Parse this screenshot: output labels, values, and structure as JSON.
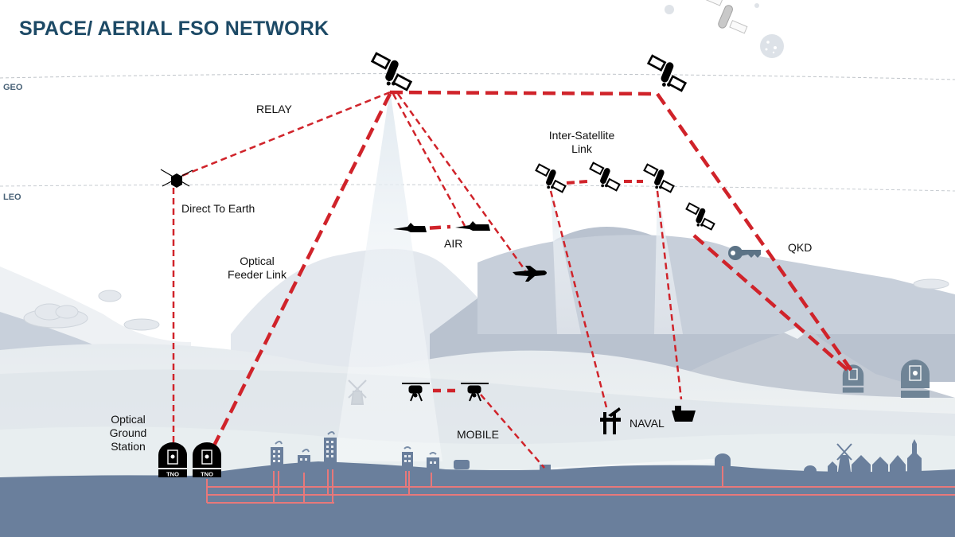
{
  "title": "SPACE/ AERIAL FSO NETWORK",
  "orbits": [
    {
      "label": "GEO"
    },
    {
      "label": "LEO"
    }
  ],
  "labels": {
    "relay": "RELAY",
    "direct_to_earth": "Direct To Earth",
    "optical_feeder_link_line1": "Optical",
    "optical_feeder_link_line2": "Feeder Link",
    "inter_satellite_line1": "Inter-Satellite",
    "inter_satellite_line2": "Link",
    "air": "AIR",
    "qkd": "QKD",
    "mobile": "MOBILE",
    "naval": "NAVAL",
    "ogs_line1": "Optical",
    "ogs_line2": "Ground",
    "ogs_line3": "Station"
  },
  "ground_station_badge": "TNO",
  "colors": {
    "title": "#1d4a66",
    "link": "#d0232a",
    "fiber": "#e8787a",
    "ground": "#6a7f9c",
    "icon": "#111111",
    "muted_icon": "#6f8496"
  },
  "nodes": [
    {
      "name": "GEO relay satellite 1",
      "icon": "satellite-icon",
      "orbit": "GEO"
    },
    {
      "name": "GEO relay satellite 2",
      "icon": "satellite-icon",
      "orbit": "GEO"
    },
    {
      "name": "LEO cubesat",
      "icon": "cubesat-icon",
      "orbit": "LEO"
    },
    {
      "name": "LEO constellation satellites",
      "icon": "satellite-icon",
      "orbit": "LEO",
      "count": 3
    },
    {
      "name": "QKD satellite",
      "icon": "satellite-icon"
    },
    {
      "name": "UAVs",
      "icon": "uav-icon",
      "count": 2
    },
    {
      "name": "Airplane",
      "icon": "airplane-icon"
    },
    {
      "name": "Drones",
      "icon": "drone-icon",
      "count": 2
    },
    {
      "name": "Oil platform",
      "icon": "platform-icon"
    },
    {
      "name": "Ship",
      "icon": "ship-icon"
    },
    {
      "name": "Optical ground stations",
      "icon": "observatory-icon",
      "count": 2
    },
    {
      "name": "QKD ground observatories",
      "icon": "observatory-icon",
      "count": 2
    },
    {
      "name": "Key",
      "icon": "key-icon"
    }
  ]
}
